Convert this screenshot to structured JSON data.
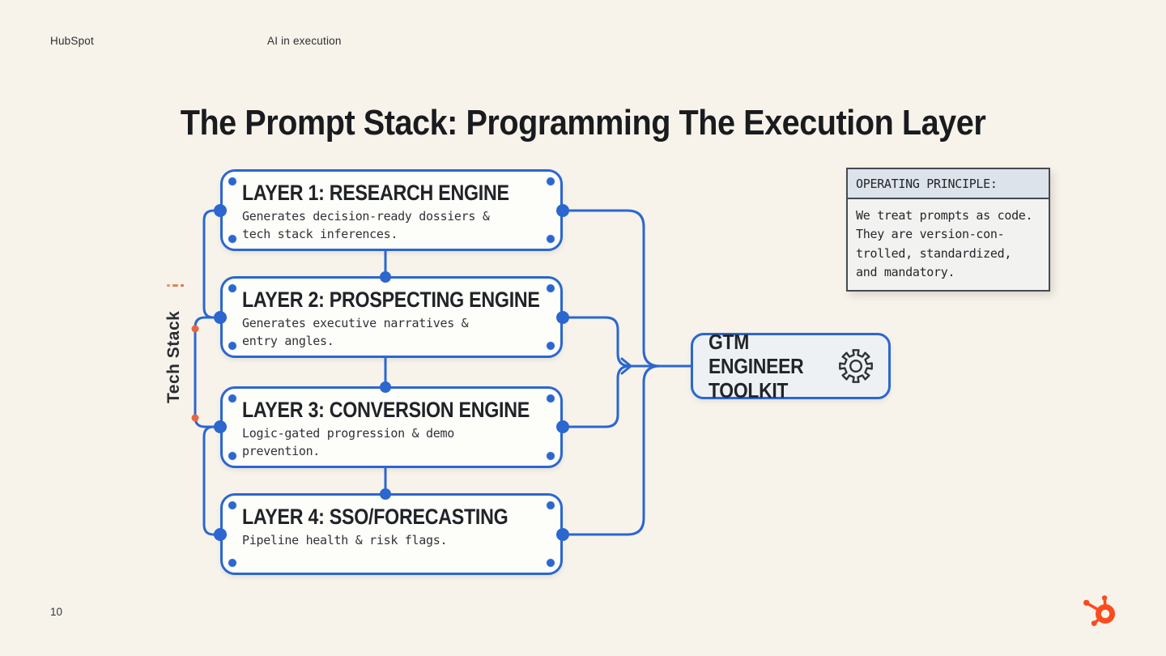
{
  "slide": {
    "brand": "HubSpot",
    "section_label": "AI in execution",
    "title": "The Prompt Stack: Programming The Execution Layer",
    "page_number": "10"
  },
  "diagram": {
    "stack_label": "Tech Stack",
    "layers": [
      {
        "title": "LAYER 1: RESEARCH ENGINE",
        "description": "Generates decision-ready dossiers &\ntech stack inferences."
      },
      {
        "title": "LAYER 2: PROSPECTING ENGINE",
        "description": "Generates executive narratives &\nentry angles."
      },
      {
        "title": "LAYER 3: CONVERSION ENGINE",
        "description": "Logic-gated progression & demo\nprevention."
      },
      {
        "title": "LAYER 4: SSO/FORECASTING",
        "description": "Pipeline health & risk flags."
      }
    ],
    "toolkit": {
      "label": "GTM ENGINEER\nTOOLKIT",
      "icon": "gear-icon"
    },
    "principle": {
      "header": "OPERATING PRINCIPLE:",
      "body": "We treat prompts as code.\nThey are version-con-\ntrolled, standardized,\nand mandatory."
    }
  },
  "colors": {
    "background": "#f7f3eb",
    "accent_blue": "#2b67cf",
    "accent_orange": "#e8653f",
    "logo_orange": "#fb4c1f",
    "ink": "#1e2124"
  },
  "footer": {
    "logo_icon": "hubspot-sprocket-icon"
  }
}
